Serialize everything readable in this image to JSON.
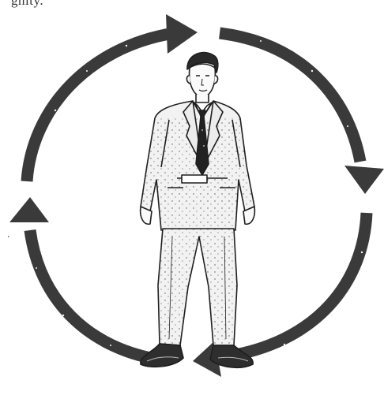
{
  "header": {
    "cropped_text": "gnity."
  },
  "colors": {
    "arrow": "#3a3a3a",
    "ink": "#1e1e1e",
    "paper": "#ffffff",
    "tie": "#222222"
  },
  "diagram": {
    "arrow_count": 4,
    "direction": "clockwise"
  }
}
